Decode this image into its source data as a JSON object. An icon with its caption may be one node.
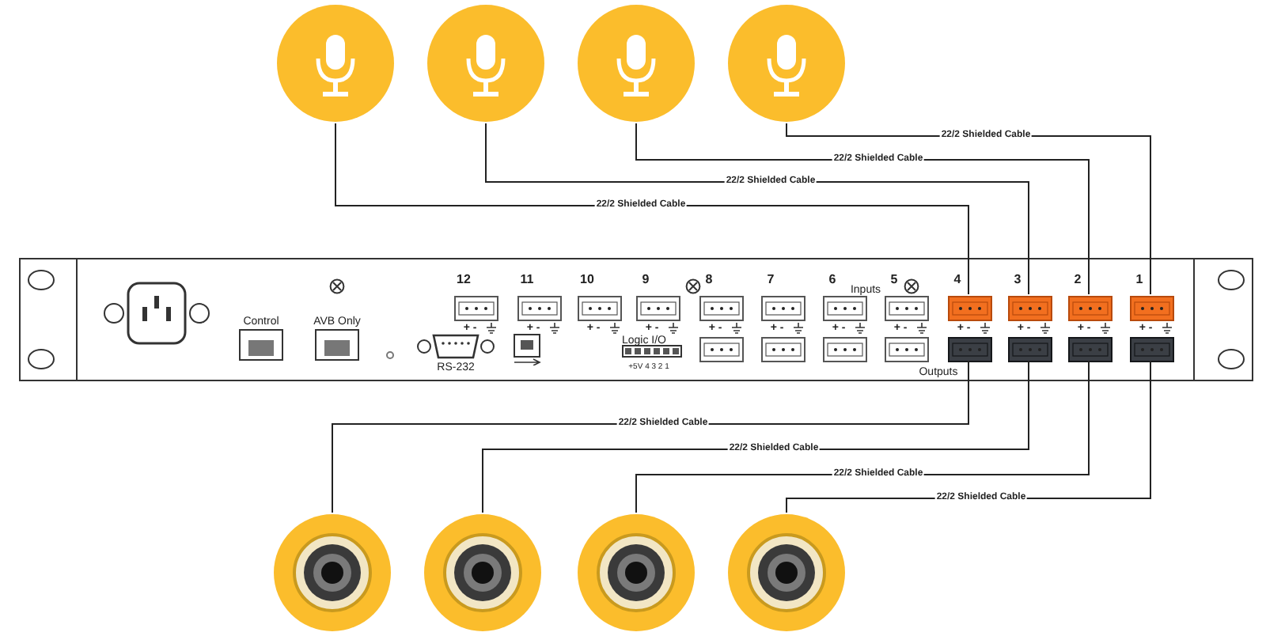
{
  "diagram": {
    "nodes": [
      {
        "text": [],
        "shape": "circle"
      },
      {
        "text": [],
        "shape": "circle"
      },
      {
        "text": [],
        "shape": "circle"
      },
      {
        "text": [],
        "shape": "circle"
      },
      {
        "text": [],
        "shape": "box"
      },
      {
        "text": [],
        "shape": "box",
        "in": 4
      },
      {
        "text": [],
        "shape": "box",
        "in": 4
      },
      {
        "text": [],
        "shape": "box",
        "in": 4
      },
      {
        "text": [],
        "shape": "box",
        "in": 4
      },
      {
        "text": [],
        "shape": "box",
        "in": 4
      },
      {
        "text": [],
        "shape": "box",
        "in": 4
      },
      {
        "text": [],
        "shape": "box",
        "in": 4
      },
      {
        "text": [],
        "shape": "box",
        "in": 4
      },
      {
        "text": [],
        "shape": "circle"
      },
      {
        "text": [],
        "shape": "circle"
      },
      {
        "text": [],
        "shape": "circle"
      },
      {
        "text": [],
        "shape": "circle"
      }
    ],
    "edges": [
      {
        "from": 0,
        "to": 5,
        "arrow": "none",
        "label": "22/2 Shielded Cable"
      },
      {
        "from": 1,
        "to": 6,
        "arrow": "none",
        "label": "22/2 Shielded Cable"
      },
      {
        "from": 2,
        "to": 7,
        "arrow": "none",
        "label": "22/2 Shielded Cable"
      },
      {
        "from": 3,
        "to": 8,
        "arrow": "none",
        "label": "22/2 Shielded Cable"
      },
      {
        "from": 9,
        "to": 13,
        "arrow": "none",
        "label": "22/2 Shielded Cable"
      },
      {
        "from": 10,
        "to": 14,
        "arrow": "none",
        "label": "22/2 Shielded Cable"
      },
      {
        "from": 11,
        "to": 15,
        "arrow": "none",
        "label": "22/2 Shielded Cable"
      },
      {
        "from": 12,
        "to": 16,
        "arrow": "none",
        "label": "22/2 Shielded Cable"
      }
    ],
    "labels": [
      "12",
      "11",
      "10",
      "9",
      "8",
      "7",
      "6",
      "5",
      "4",
      "3",
      "2",
      "1",
      "Inputs",
      "Control",
      "AVB Only",
      "+ -",
      "+ -",
      "+ -",
      "+ -",
      "+ -",
      "+ -",
      "+ -",
      "+ -",
      "+ -",
      "+ -",
      "+ -",
      "+ -",
      "RS-232",
      "Logic I/O",
      "+5V 4 3 2 1",
      "Outputs"
    ]
  }
}
